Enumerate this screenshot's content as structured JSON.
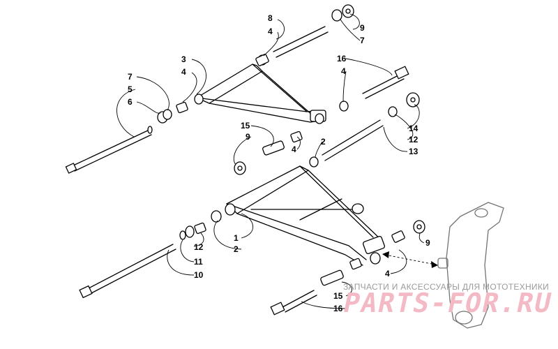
{
  "callouts": [
    {
      "label": "8"
    },
    {
      "label": "4"
    },
    {
      "label": "9"
    },
    {
      "label": "7"
    },
    {
      "label": "3"
    },
    {
      "label": "4"
    },
    {
      "label": "16"
    },
    {
      "label": "4"
    },
    {
      "label": "7"
    },
    {
      "label": "5"
    },
    {
      "label": "6"
    },
    {
      "label": "15"
    },
    {
      "label": "9"
    },
    {
      "label": "4"
    },
    {
      "label": "2"
    },
    {
      "label": "14"
    },
    {
      "label": "12"
    },
    {
      "label": "13"
    },
    {
      "label": "1"
    },
    {
      "label": "2"
    },
    {
      "label": "12"
    },
    {
      "label": "11"
    },
    {
      "label": "10"
    },
    {
      "label": "9"
    },
    {
      "label": "4"
    },
    {
      "label": "15"
    },
    {
      "label": "16"
    }
  ],
  "watermark": {
    "tagline": "ЗАПЧАСТИ И АКСЕССУАРЫ ДЛЯ МОТОТЕХНИКИ",
    "logo": "PARTS-FOR.RU",
    "color": "#f3b9c4"
  }
}
